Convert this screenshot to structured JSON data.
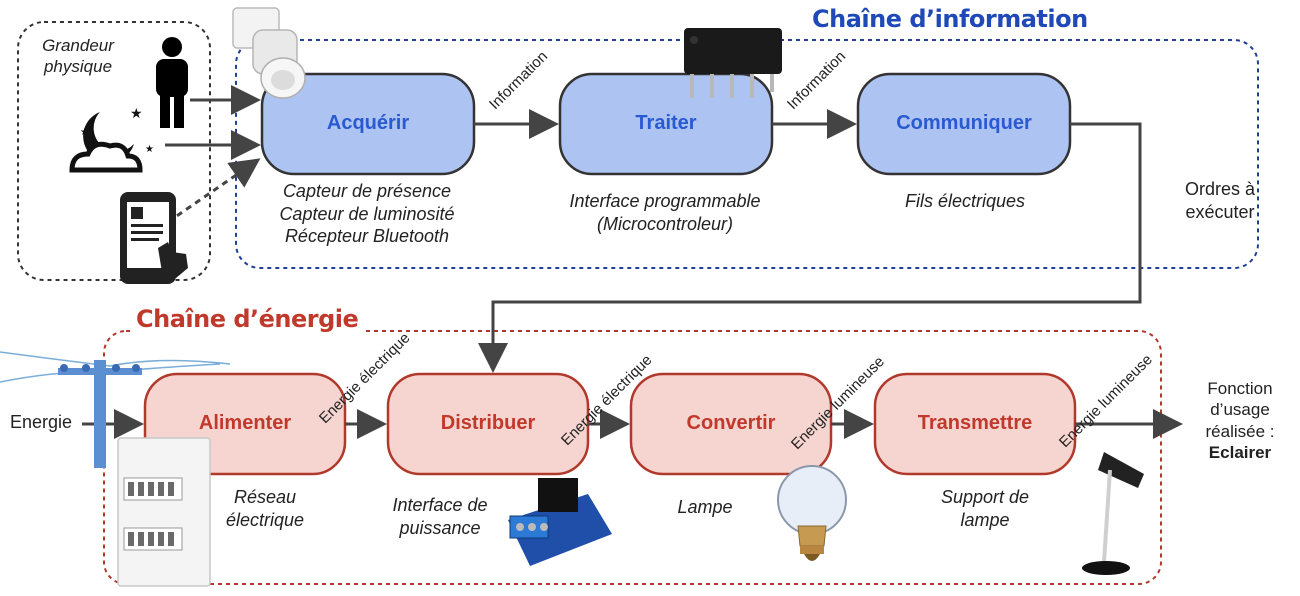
{
  "info_chain": {
    "title": "Chaîne d’information",
    "color": "#1f49b8",
    "blocks": [
      {
        "label": "Acquérir"
      },
      {
        "label": "Traiter"
      },
      {
        "label": "Communiquer"
      }
    ],
    "arrow_labels": [
      "Information",
      "Information"
    ],
    "captions": {
      "acquerir": [
        "Capteur de présence",
        "Capteur de luminosité",
        "Récepteur Bluetooth"
      ],
      "traiter": [
        "Interface programmable",
        "(Microcontroleur)"
      ],
      "communiquer": "Fils électriques"
    }
  },
  "inputs": {
    "grandeur": [
      "Grandeur",
      "physique"
    ]
  },
  "orders": [
    "Ordres à",
    "exécuter"
  ],
  "energy_chain": {
    "title": "Chaîne d’énergie",
    "color": "#c0392b",
    "blocks": [
      {
        "label": "Alimenter"
      },
      {
        "label": "Distribuer"
      },
      {
        "label": "Convertir"
      },
      {
        "label": "Transmettre"
      }
    ],
    "input_label": "Energie",
    "arrow_labels": [
      "Energie électrique",
      "Energie électrique",
      "Energie lumineuse",
      "Energie lumineuse"
    ],
    "captions": {
      "alimenter": [
        "Réseau",
        "électrique"
      ],
      "distribuer": [
        "Interface de",
        "puissance"
      ],
      "convertir": "Lampe",
      "transmettre": [
        "Support de",
        "lampe"
      ]
    }
  },
  "output": {
    "lines": [
      "Fonction",
      "d’usage",
      "réalisée :"
    ],
    "bold": "Eclairer"
  },
  "colors": {
    "info_fill": "#adc3f2",
    "info_stroke": "#4f7fd6",
    "energy_fill": "#f6d4d0",
    "energy_stroke": "#c0392b",
    "arrow": "#444444"
  }
}
